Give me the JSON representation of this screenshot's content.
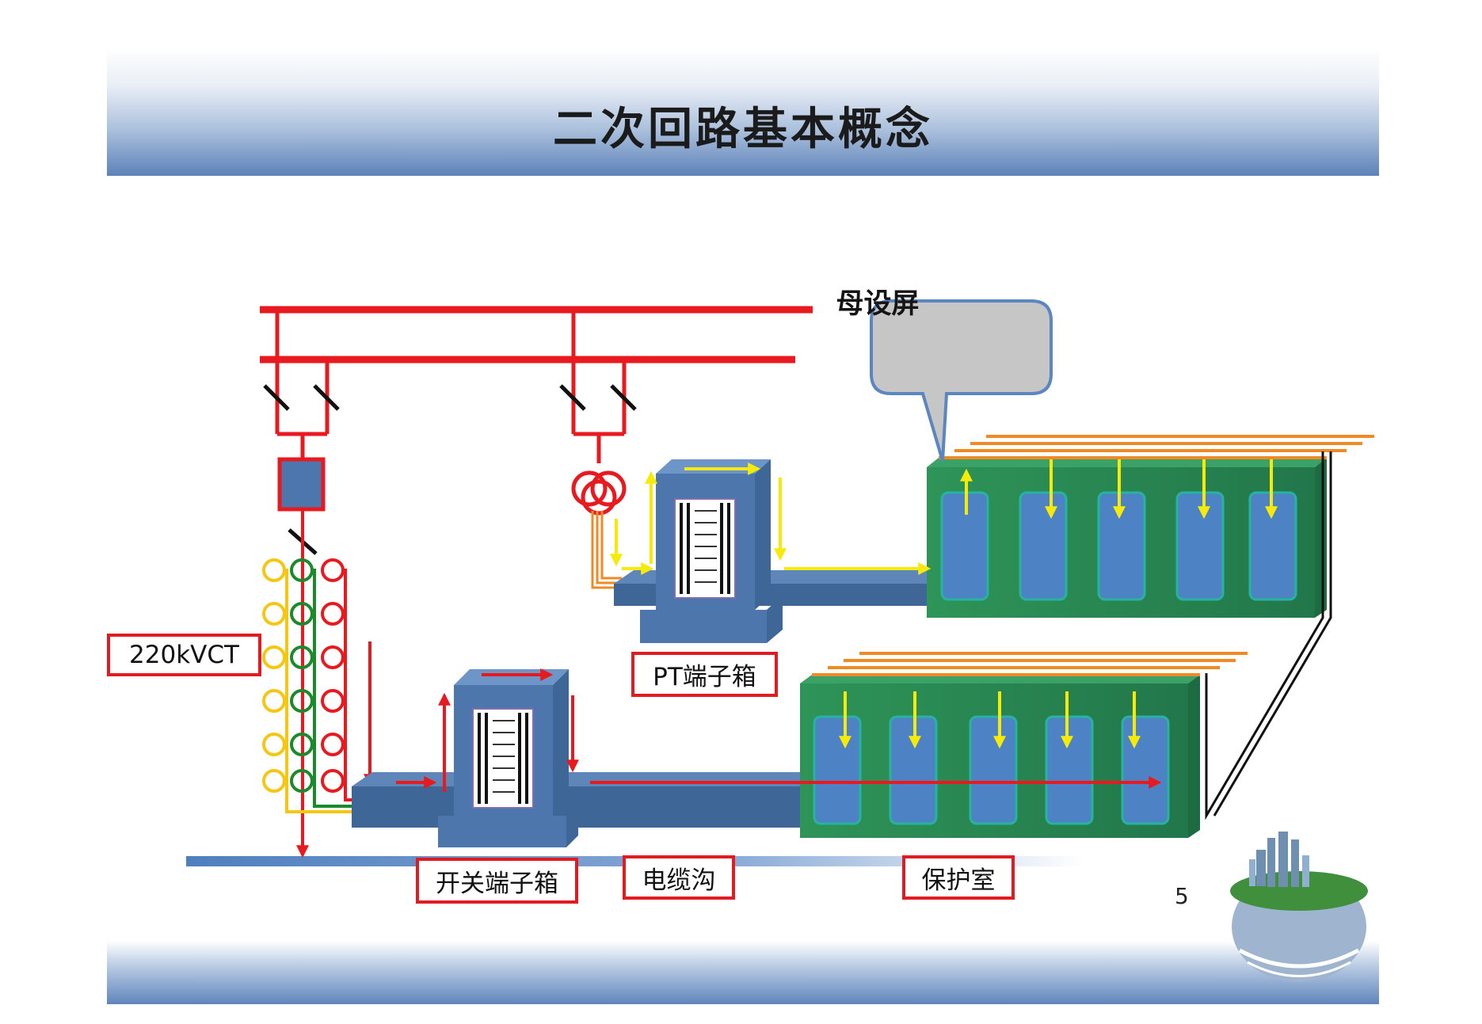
{
  "slide": {
    "title": "二次回路基本概念",
    "page_number": "5"
  },
  "labels": {
    "ct": "220kVCT",
    "pt_box": "PT端子箱",
    "switch_box": "开关端子箱",
    "cable_trench": "电缆沟",
    "protection_room": "保护室",
    "bus_panel": "母设屏"
  },
  "colors": {
    "primary_line": "#e8191f",
    "cable_yellow": "#f5ea0a",
    "panel_green": "#2a8a52",
    "box_blue": "#4d76ad",
    "orange_cable": "#f08a24",
    "label_border": "#e11b22"
  }
}
